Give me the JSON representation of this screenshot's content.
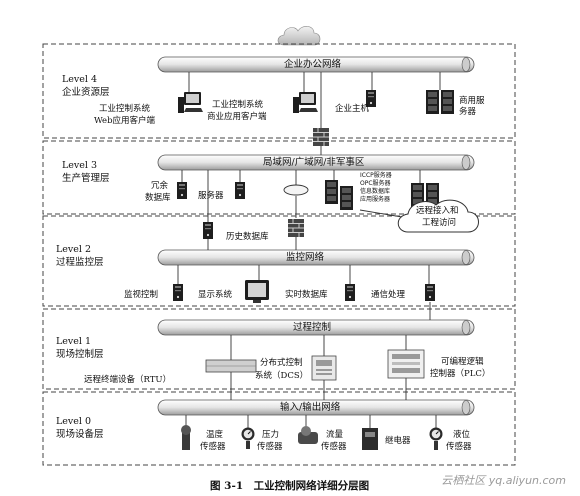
{
  "levels": {
    "l4": {
      "level": "Level 4",
      "name": "企业资源层"
    },
    "l3": {
      "level": "Level 3",
      "name": "生产管理层"
    },
    "l2": {
      "level": "Level 2",
      "name": "过程监控层"
    },
    "l1": {
      "level": "Level 1",
      "name": "现场控制层"
    },
    "l0": {
      "level": "Level 0",
      "name": "现场设备层"
    }
  },
  "networks": {
    "office": "企业办公网络",
    "lan": "局域网/广域网/非军事区",
    "monitor": "监控网络",
    "process": "过程控制",
    "io": "输入/输出网络"
  },
  "l4_nodes": {
    "web1": "工业控制系统",
    "web2": "Web应用客户端",
    "biz1": "工业控制系统",
    "biz2": "商业应用客户端",
    "host": "企业主机",
    "server": "商用服务器"
  },
  "l3_nodes": {
    "redundant_db1": "冗余",
    "redundant_db2": "数据库",
    "server": "服务器",
    "icc_list": [
      "ICCP服务器",
      "OPC服务器",
      "信息数据库",
      "应用服务器"
    ],
    "remote1": "远程接入和",
    "remote2": "工程访问",
    "history": "历史数据库"
  },
  "l2_nodes": {
    "monitor_ctrl": "监视控制",
    "display": "显示系统",
    "realtime_db": "实时数据库",
    "comm": "通信处理"
  },
  "l1_nodes": {
    "rtu": "远程终端设备（RTU）",
    "dcs1": "分布式控制",
    "dcs2": "系统（DCS）",
    "plc1": "可编程逻辑",
    "plc2": "控制器（PLC）"
  },
  "l0_nodes": {
    "temp1": "温度",
    "temp2": "传感器",
    "press1": "压力",
    "press2": "传感器",
    "flow1": "流量",
    "flow2": "传感器",
    "relay": "继电器",
    "level1": "液位",
    "level2": "传感器"
  },
  "caption": "图 3-1　工业控制网络详细分层图",
  "watermark": "云栖社区 yq.aliyun.com"
}
